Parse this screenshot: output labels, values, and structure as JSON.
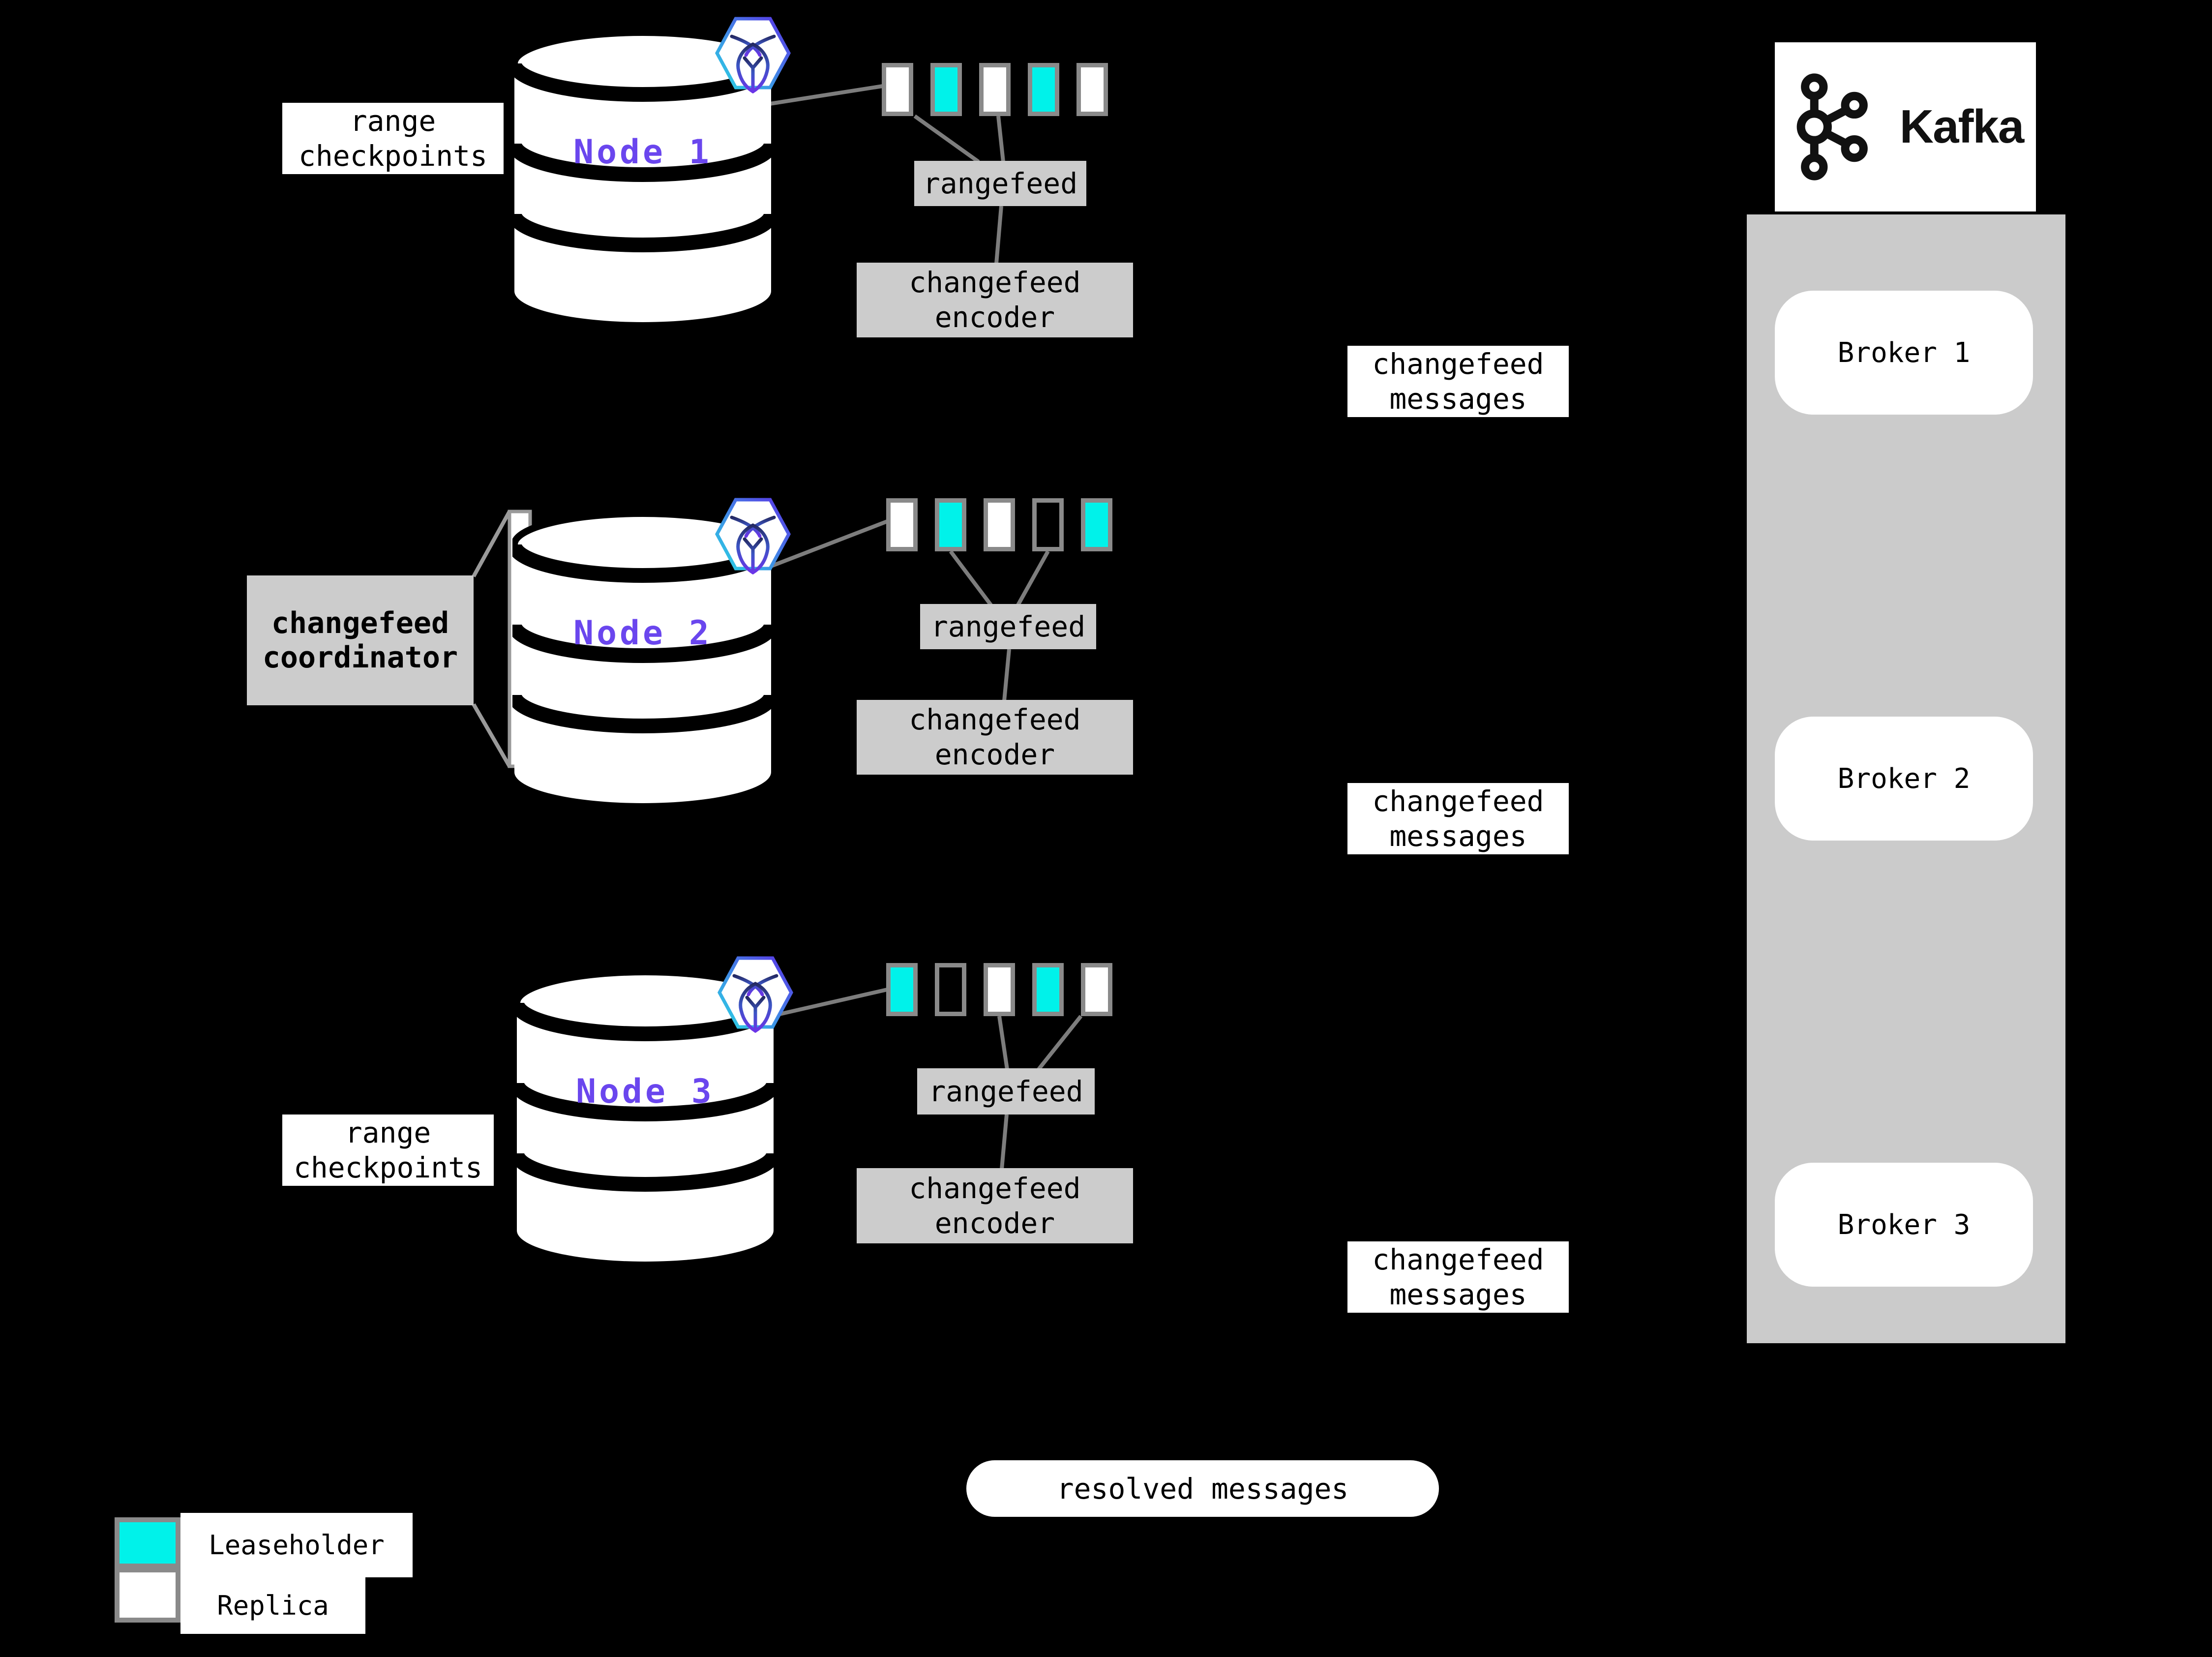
{
  "colors": {
    "background": "#000000",
    "leaseholder_fill": "#00F2EA",
    "replica_fill": "#FFFFFF",
    "box_gray": "#CCCCCC",
    "kafka_container_gray": "#CBCBCB",
    "swatch_border_gray": "#8A8A8A",
    "connector_line_gray": "#7D7D7D",
    "node_label_purple": "#6A46EE",
    "text_black": "#000000"
  },
  "nodes": [
    {
      "name": "Node 1",
      "replicas": [
        "replica",
        "leaseholder",
        "replica",
        "leaseholder",
        "replica"
      ]
    },
    {
      "name": "Node 2",
      "replicas": [
        "replica",
        "leaseholder",
        "replica",
        "empty",
        "leaseholder"
      ]
    },
    {
      "name": "Node 3",
      "replicas": [
        "leaseholder",
        "empty",
        "replica",
        "leaseholder",
        "replica"
      ]
    }
  ],
  "labels": {
    "rangefeed": "rangefeed",
    "changefeed_encoder": "changefeed\nencoder",
    "changefeed_messages": "changefeed\nmessages",
    "range_checkpoints": "range\ncheckpoints",
    "changefeed_coordinator": "changefeed\ncoordinator",
    "resolved_messages": "resolved messages"
  },
  "kafka": {
    "wordmark": "Kafka",
    "brokers": [
      "Broker 1",
      "Broker 2",
      "Broker 3"
    ]
  },
  "legend": {
    "leaseholder": "Leaseholder",
    "replica": "Replica"
  },
  "icons": {
    "kafka_logo": "kafka-circles-glyph",
    "node_badge": "cockroachdb-hexagon-badge"
  }
}
